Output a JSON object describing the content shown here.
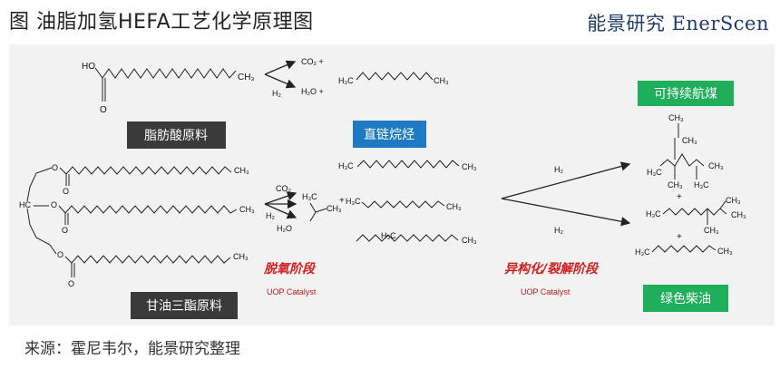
{
  "header": {
    "title": "图 油脂加氢HEFA工艺化学原理图",
    "brand": "能景研究 EnerScen"
  },
  "tags": {
    "fatty_acid": "脂肪酸原料",
    "triglyceride": "甘油三酯原料",
    "alkane": "直链烷烃",
    "jet_fuel": "可持续航煤",
    "diesel": "绿色柴油"
  },
  "stages": {
    "deoxygenation": "脱氧阶段",
    "isomerization": "异构化/裂解阶段",
    "catalyst": "UOP Catalyst"
  },
  "molecules": {
    "ho": "HO",
    "o": "O",
    "ch3": "CH₃",
    "h3c": "H₃C",
    "hc": "HC",
    "co2_plus": "CO₂ +",
    "h2o_plus": "H₂O +",
    "h2": "H₂",
    "co2": "CO₂",
    "h2o": "H₂O",
    "plus": "+"
  },
  "colors": {
    "dark_tag": "#3a3a3a",
    "blue_tag": "#1f7ac2",
    "green_tag": "#1fae5a",
    "stage_red": "#d42020"
  },
  "footer": {
    "source": "来源：霍尼韦尔，能景研究整理"
  }
}
